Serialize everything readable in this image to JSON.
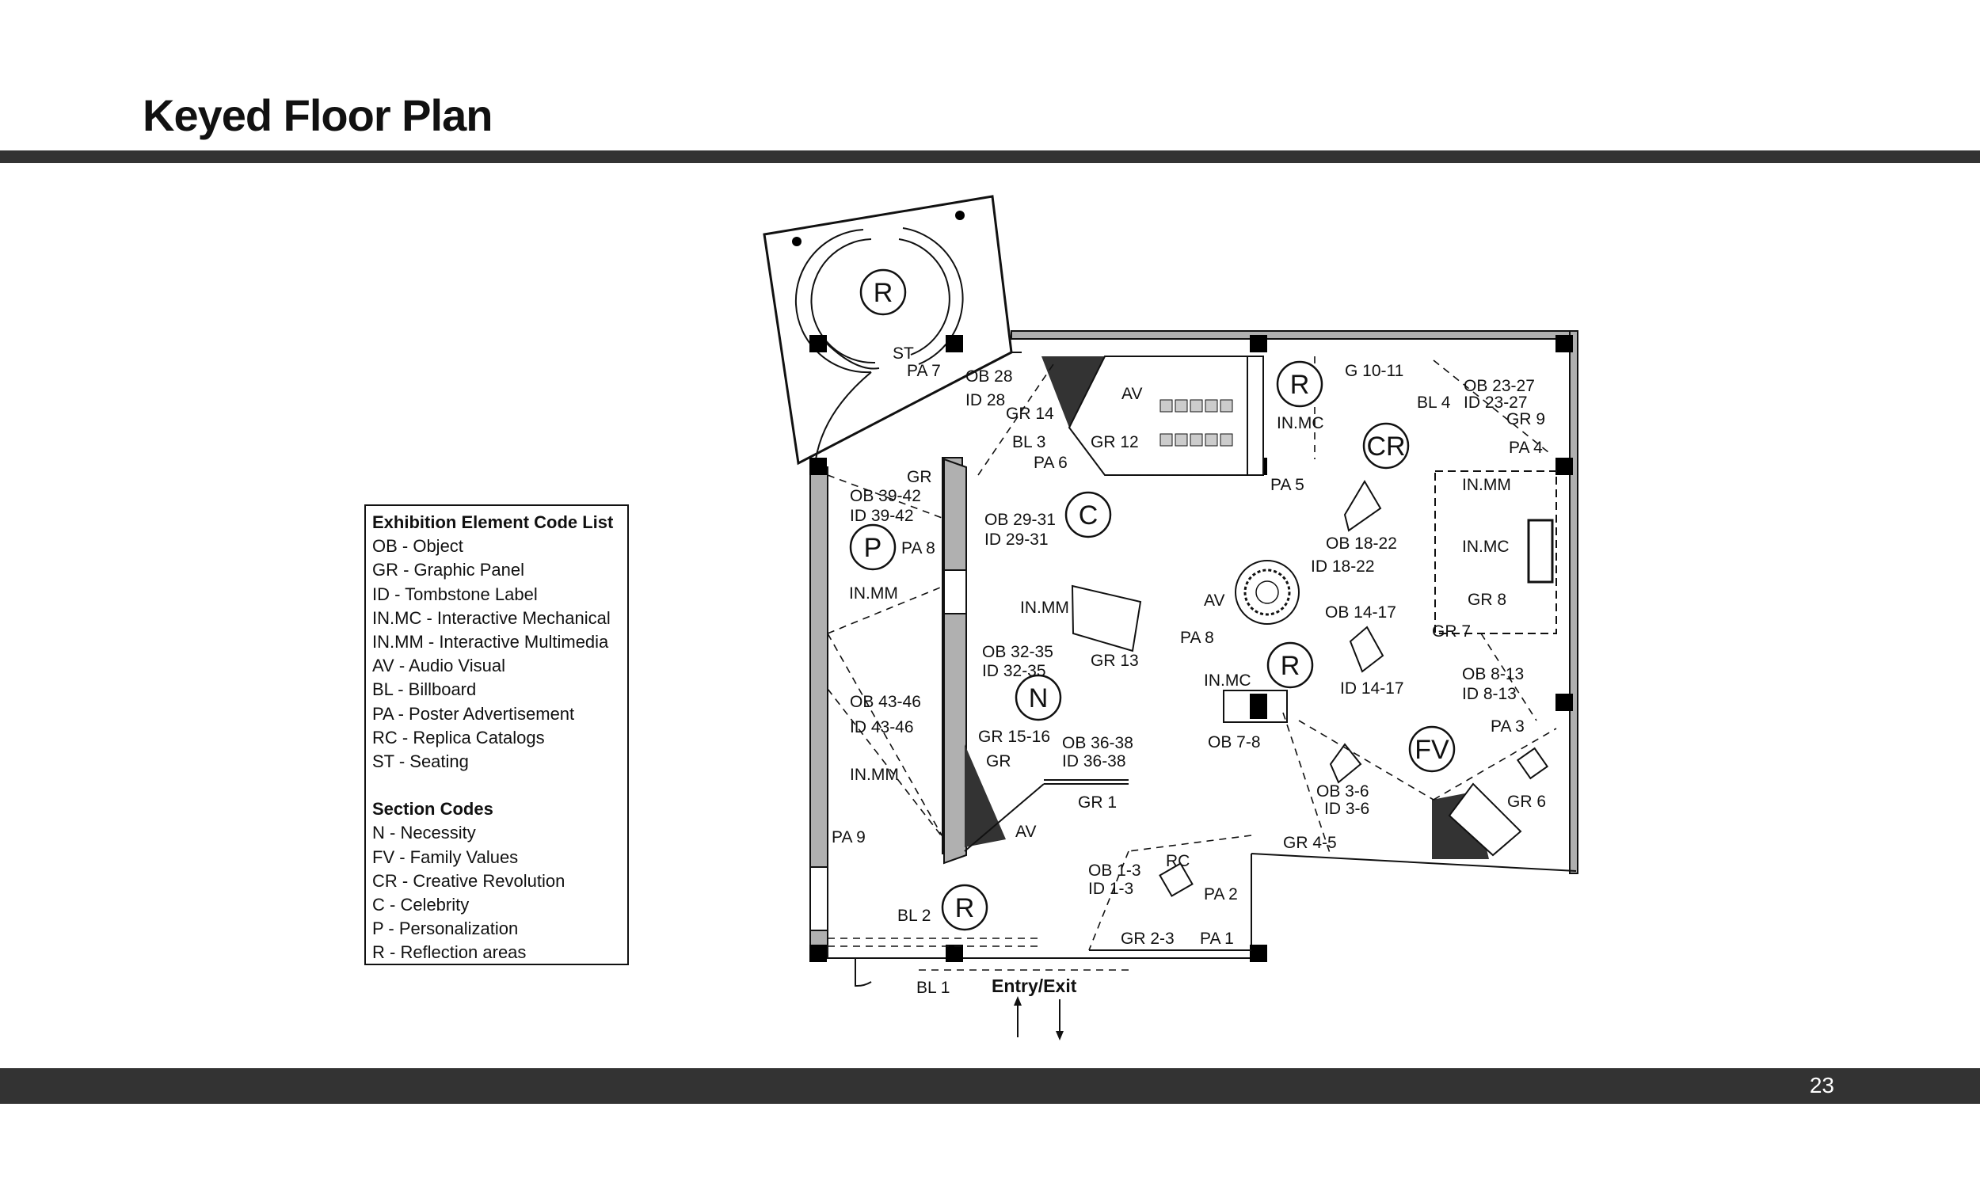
{
  "page": {
    "title": "Keyed Floor Plan",
    "page_number": "23"
  },
  "legend": {
    "code_list_heading": "Exhibition Element Code List",
    "codes": [
      "OB - Object",
      "GR - Graphic Panel",
      "ID - Tombstone Label",
      "IN.MC - Interactive Mechanical",
      "IN.MM - Interactive Multimedia",
      "AV - Audio Visual",
      "BL - Billboard",
      "PA - Poster Advertisement",
      "RC - Replica Catalogs",
      "ST - Seating"
    ],
    "section_heading": "Section Codes",
    "sections": [
      "N - Necessity",
      "FV - Family Values",
      "CR - Creative Revolution",
      "C - Celebrity",
      "P - Personalization",
      "R - Reflection areas"
    ]
  },
  "plan": {
    "entry_label": "Entry/Exit",
    "section_markers": [
      "R",
      "R",
      "CR",
      "C",
      "P",
      "N",
      "R",
      "FV",
      "R"
    ],
    "labels": [
      "ST",
      "PA 7",
      "OB 28",
      "ID 28",
      "GR 14",
      "BL 3",
      "PA 6",
      "AV",
      "GR 12",
      "IN.MC",
      "PA 5",
      "G 10-11",
      "OB 23-27",
      "BL 4",
      "ID 23-27",
      "GR 9",
      "PA 4",
      "IN.MM",
      "IN.MC",
      "GR 8",
      "GR 7",
      "OB 18-22",
      "ID 18-22",
      "OB 14-17",
      "ID 14-17",
      "AV",
      "PA 8",
      "IN.MC",
      "OB 7-8",
      "OB 8-13",
      "ID 8-13",
      "PA 3",
      "GR 6",
      "OB 3-6",
      "ID 3-6",
      "GR 4-5",
      "RC",
      "OB 1-3",
      "ID 1-3",
      "PA 2",
      "GR 2-3",
      "PA 1",
      "GR 1",
      "AV",
      "OB 36-38",
      "ID 36-38",
      "GR 15-16",
      "GR",
      "IN.MM",
      "GR 13",
      "OB 32-35",
      "ID 32-35",
      "OB 29-31",
      "ID 29-31",
      "GR",
      "OB 39-42",
      "ID 39-42",
      "PA 8",
      "IN.MM",
      "OB 43-46",
      "ID 43-46",
      "IN.MM",
      "PA 9",
      "BL 2",
      "BL 1"
    ]
  }
}
